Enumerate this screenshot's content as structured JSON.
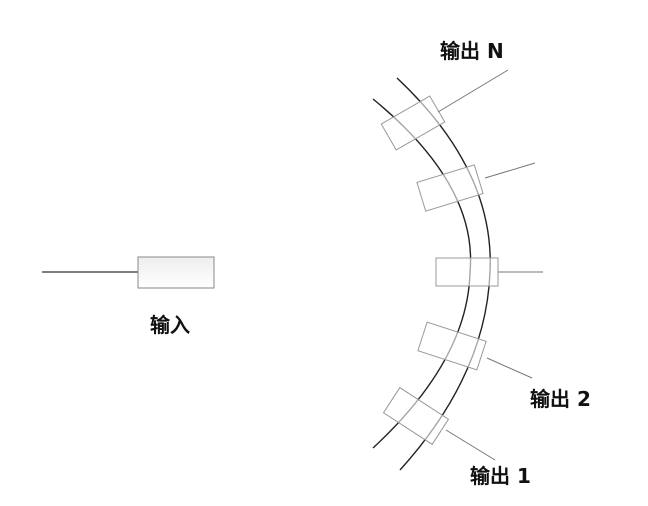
{
  "diagram": {
    "input_label": "输入",
    "outputs": [
      {
        "label": "输出 N"
      },
      {
        "label": "输出 2"
      },
      {
        "label": "输出 1"
      }
    ],
    "colors": {
      "box_stroke": "#888888",
      "box_fill_gradient_top": "#f2f2f2",
      "box_fill_gradient_bottom": "#ffffff",
      "arc_stroke": "#222222",
      "lead_line": "#777777",
      "text": "#111111"
    }
  }
}
